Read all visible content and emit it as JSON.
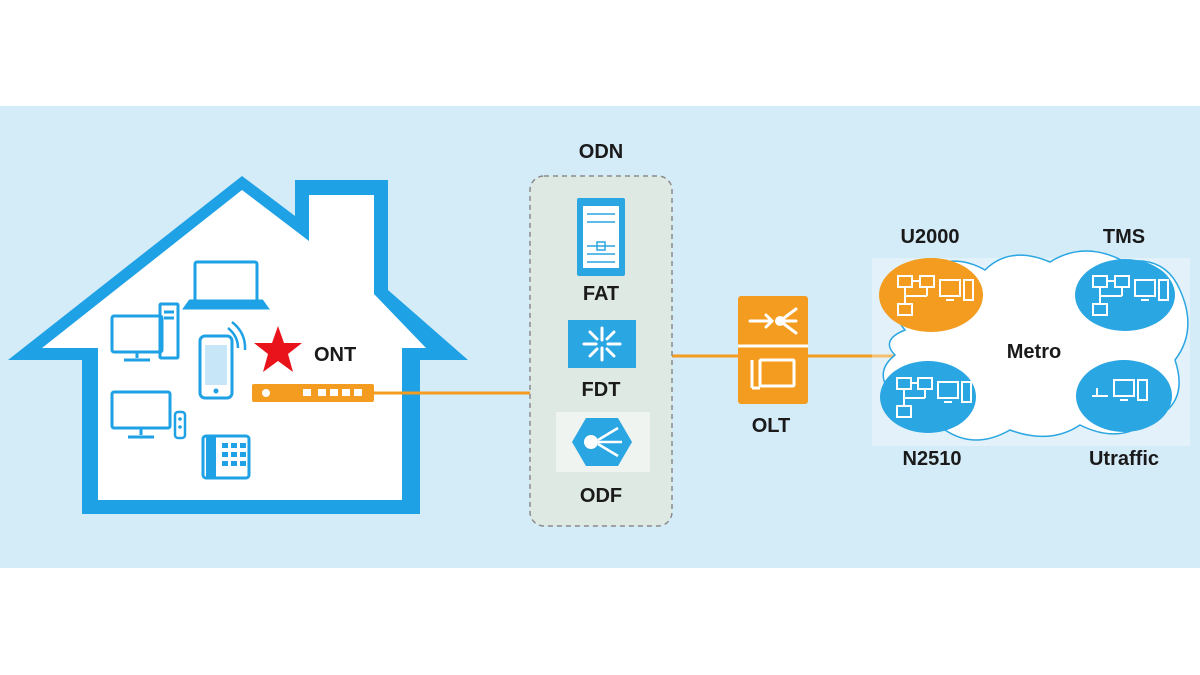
{
  "diagram": {
    "home": {
      "ont_label": "ONT",
      "devices": [
        "laptop-icon",
        "desktop-computer-icon",
        "smartphone-icon",
        "monitor-icon",
        "remote-control-icon",
        "desk-phone-icon",
        "ont-router-icon"
      ],
      "marker": "red-star-icon"
    },
    "odn": {
      "title": "ODN",
      "items": [
        {
          "label": "FAT",
          "icon": "fiber-access-terminal-icon"
        },
        {
          "label": "FDT",
          "icon": "fiber-distribution-terminal-icon"
        },
        {
          "label": "ODF",
          "icon": "optical-distribution-frame-icon"
        }
      ]
    },
    "olt": {
      "label": "OLT",
      "icon": "olt-icon"
    },
    "network": {
      "cloud_label": "Metro",
      "nodes": [
        {
          "label": "U2000",
          "icon": "network-topology-icon"
        },
        {
          "label": "TMS",
          "icon": "network-topology-icon"
        },
        {
          "label": "N2510",
          "icon": "network-topology-icon"
        },
        {
          "label": "Utraffic",
          "icon": "network-topology-icon"
        }
      ]
    },
    "colors": {
      "band": "#d4ebf8",
      "house": "#1ea1e5",
      "orange": "#f39c1f",
      "blue_node": "#2aa6e2",
      "odn_box": "#dfe9e3",
      "star": "#e8131b"
    }
  }
}
